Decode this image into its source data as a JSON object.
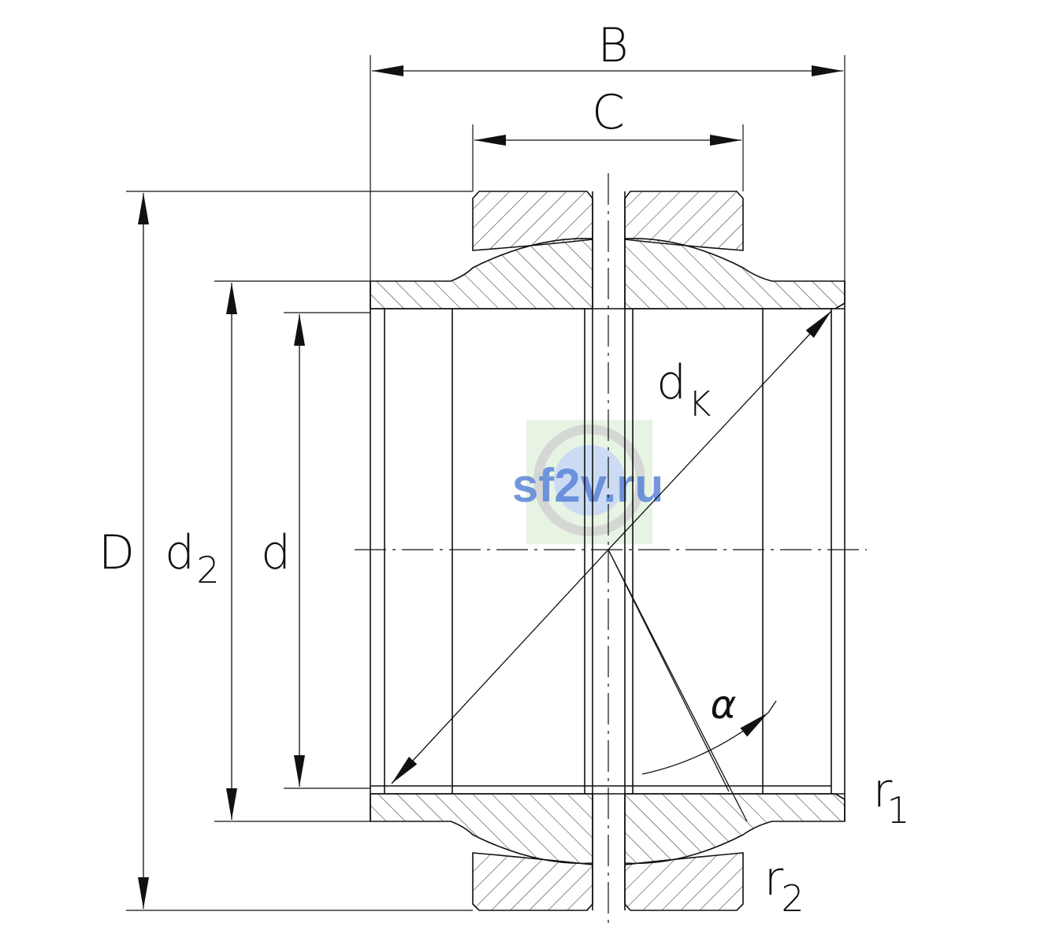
{
  "labels": {
    "B": "B",
    "C": "C",
    "D": "D",
    "d2_main": "d",
    "d2_sub": "2",
    "d": "d",
    "dk_main": "d",
    "dk_sub": "K",
    "alpha": "α",
    "r1_main": "r",
    "r1_sub": "1",
    "r2_main": "r",
    "r2_sub": "2"
  },
  "watermark": {
    "text": "sf2v.ru"
  },
  "colors": {
    "line": "#111111",
    "watermark": "#5b84d8"
  }
}
